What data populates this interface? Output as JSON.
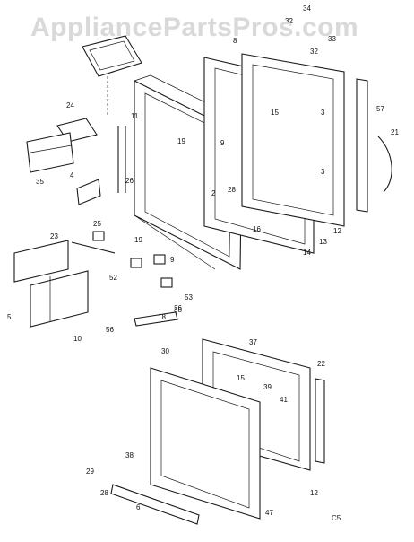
{
  "watermark": "AppliancePartsPros.com",
  "figure_code": "C5",
  "callouts": [
    "34",
    "32",
    "33",
    "32",
    "8",
    "3",
    "57",
    "15",
    "21",
    "24",
    "11",
    "19",
    "9",
    "3",
    "35",
    "4",
    "26",
    "2",
    "28",
    "16",
    "12",
    "25",
    "19",
    "23",
    "14",
    "13",
    "9",
    "52",
    "53",
    "5",
    "10",
    "38",
    "18",
    "56",
    "26",
    "30",
    "37",
    "22",
    "39",
    "15",
    "41",
    "29",
    "38",
    "28",
    "6",
    "47",
    "12"
  ]
}
